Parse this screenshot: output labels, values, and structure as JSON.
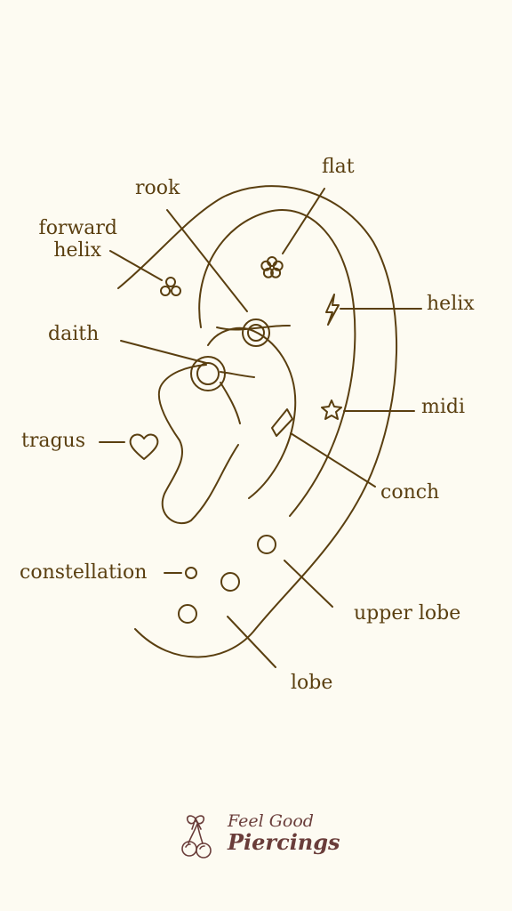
{
  "labels": {
    "flat": "flat",
    "rook": "rook",
    "forward_helix_line1": "forward",
    "forward_helix_line2": "helix",
    "helix": "helix",
    "daith": "daith",
    "midi": "midi",
    "tragus": "tragus",
    "conch": "conch",
    "constellation": "constellation",
    "upper_lobe": "upper lobe",
    "lobe": "lobe"
  },
  "brand": {
    "line1": "Feel Good",
    "line2": "Piercings"
  },
  "colors": {
    "line": "#5a3f10",
    "background": "#fdfbf2",
    "brand": "#6a3d3a"
  },
  "icons": {
    "flat": "flower-icon",
    "forward_helix": "trinity-dots-icon",
    "rook": "hoop-ring-icon",
    "daith": "hoop-ring-icon",
    "helix": "lightning-bolt-icon",
    "midi": "star-icon",
    "conch": "diamond-icon",
    "tragus": "heart-icon",
    "constellation": "stud-circle-icon",
    "upper_lobe": "stud-circle-icon",
    "lobe": "stud-circle-icon",
    "brand": "cherry-bow-icon"
  }
}
